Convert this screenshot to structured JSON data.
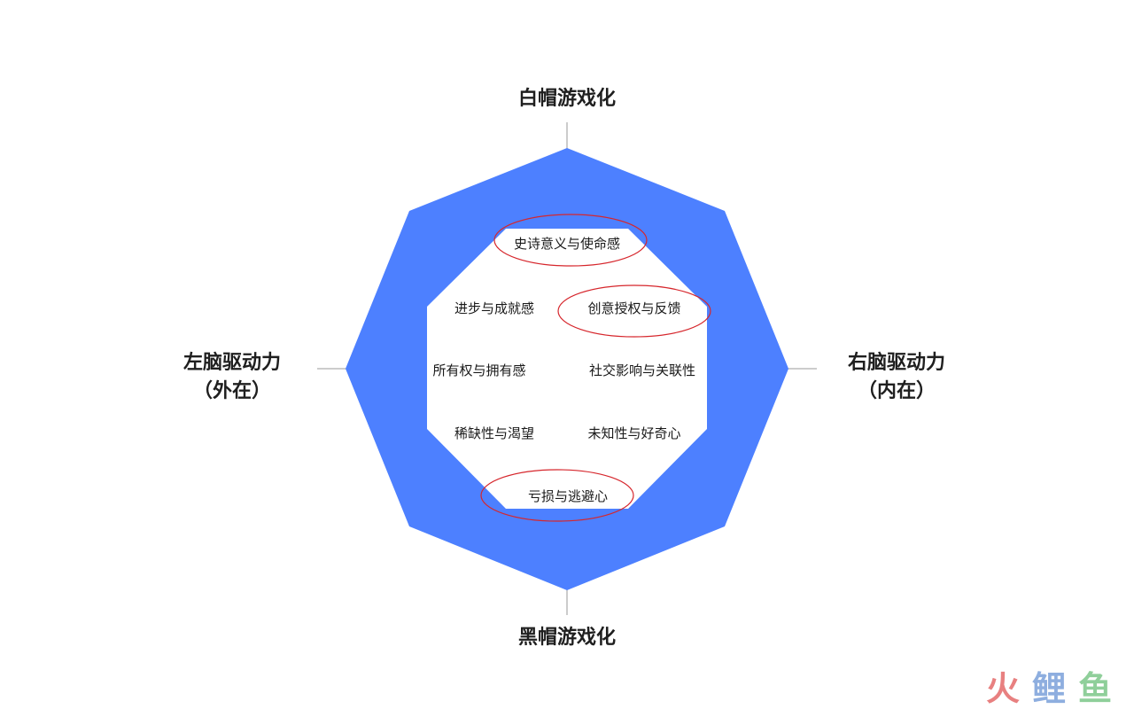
{
  "axes": {
    "top": "白帽游戏化",
    "bottom": "黑帽游戏化",
    "left_line1": "左脑驱动力",
    "left_line2": "（外在）",
    "right_line1": "右脑驱动力",
    "right_line2": "（内在）"
  },
  "drives": {
    "top": "史诗意义与使命感",
    "upper_left": "进步与成就感",
    "upper_right": "创意授权与反馈",
    "mid_left": "所有权与拥有感",
    "mid_right": "社交影响与关联性",
    "lower_left": "稀缺性与渴望",
    "lower_right": "未知性与好奇心",
    "bottom": "亏损与逃避心"
  },
  "highlighted": [
    "史诗意义与使命感",
    "创意授权与反馈",
    "亏损与逃避心"
  ],
  "logo": {
    "chars": [
      "火",
      "鲤",
      "鱼"
    ],
    "colors": [
      "#e88080",
      "#8eaedf",
      "#8fcf9a"
    ]
  },
  "colors": {
    "octagon": "#4d80ff",
    "highlight_ring": "#d6262c",
    "axis_line": "#9a9a9a"
  }
}
